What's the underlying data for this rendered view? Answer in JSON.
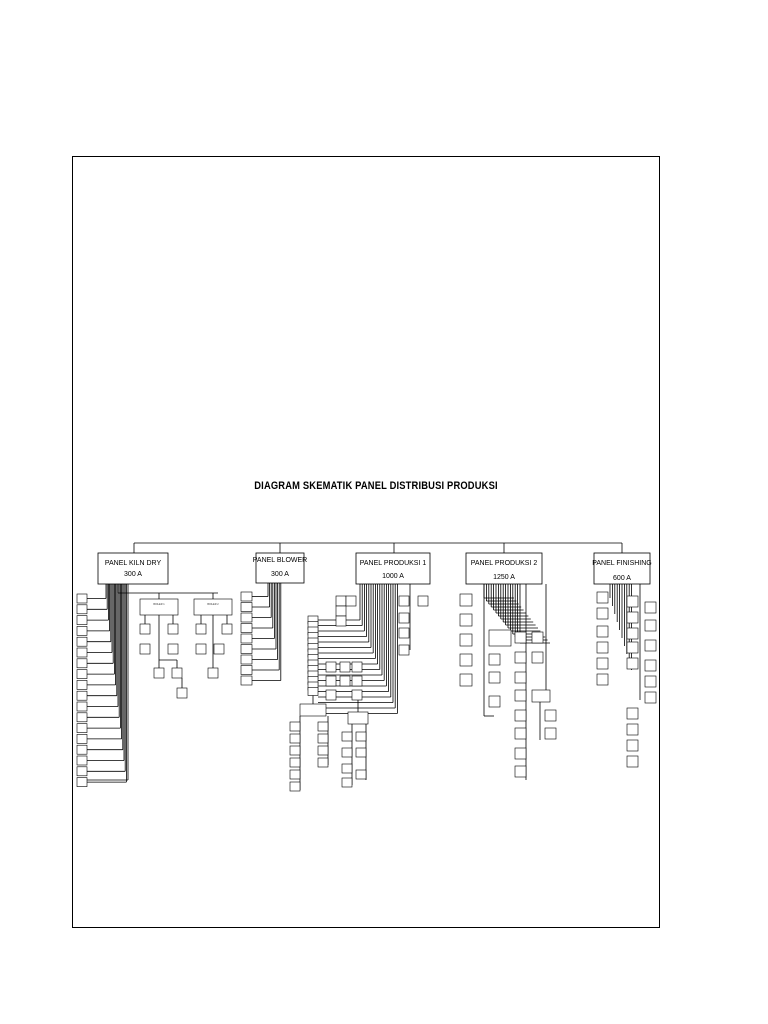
{
  "title": "DIAGRAM SKEMATIK PANEL DISTRIBUSI PRODUKSI",
  "panels": [
    {
      "name": "PANEL KILN DRY",
      "rating": "300 A"
    },
    {
      "name": "PANEL BLOWER",
      "rating": "300 A"
    },
    {
      "name": "PANEL PRODUKSI 1",
      "rating": "1000 A"
    },
    {
      "name": "PANEL PRODUKSI 2",
      "rating": "1250 A"
    },
    {
      "name": "PANEL FINISHING",
      "rating": "600 A"
    }
  ],
  "sub_panels": [
    {
      "name": "BOILER 1"
    },
    {
      "name": "BOILER 2"
    }
  ]
}
